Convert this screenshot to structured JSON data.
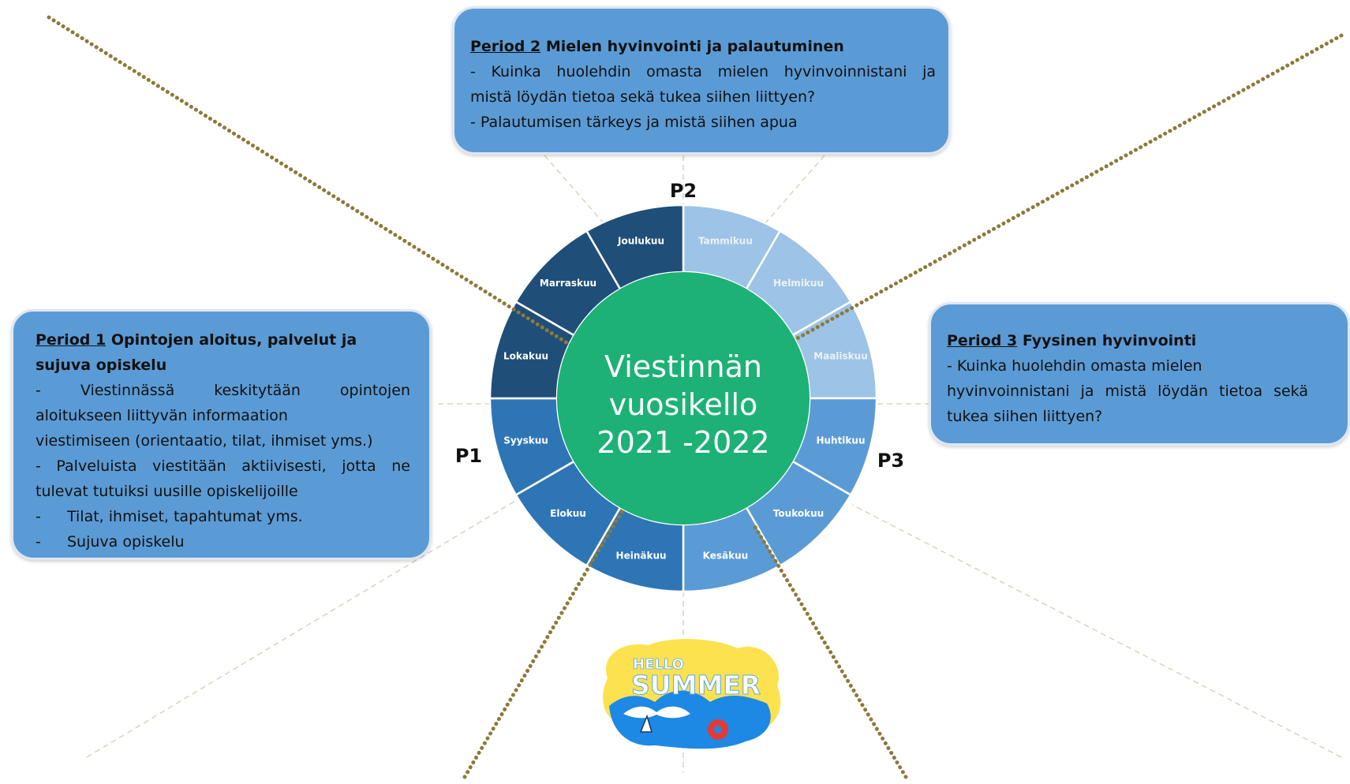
{
  "wheel": {
    "center_title_lines": [
      "Viestinnän",
      "vuosikello",
      "2021 -2022"
    ],
    "months": [
      {
        "label": "Tammikuu",
        "color": "#9dc3e6",
        "text_color": "#eaf2fa"
      },
      {
        "label": "Helmikuu",
        "color": "#9dc3e6",
        "text_color": "#eaf2fa"
      },
      {
        "label": "Maaliskuu",
        "color": "#9dc3e6",
        "text_color": "#eaf2fa"
      },
      {
        "label": "Huhtikuu",
        "color": "#5b9bd5",
        "text_color": "#ffffff"
      },
      {
        "label": "Toukokuu",
        "color": "#5b9bd5",
        "text_color": "#ffffff"
      },
      {
        "label": "Kesäkuu",
        "color": "#5b9bd5",
        "text_color": "#ffffff"
      },
      {
        "label": "Heinäkuu",
        "color": "#2e75b6",
        "text_color": "#ffffff"
      },
      {
        "label": "Elokuu",
        "color": "#2e75b6",
        "text_color": "#ffffff"
      },
      {
        "label": "Syyskuu",
        "color": "#2e75b6",
        "text_color": "#ffffff"
      },
      {
        "label": "Lokakuu",
        "color": "#1f4e79",
        "text_color": "#ffffff"
      },
      {
        "label": "Marraskuu",
        "color": "#1f4e79",
        "text_color": "#ffffff"
      },
      {
        "label": "Joulukuu",
        "color": "#1f4e79",
        "text_color": "#ffffff"
      }
    ],
    "center_color": "#1db176",
    "period_labels": {
      "p1": "P1",
      "p2": "P2",
      "p3": "P3"
    }
  },
  "period2": {
    "period_label": "Period 2",
    "title": "Mielen hyvinvointi ja palautuminen",
    "lines": [
      "- Kuinka huolehdin omasta mielen hyvinvoinnistani ja",
      "mistä löydän tietoa sekä tukea siihen liittyen?",
      "- Palautumisen tärkeys ja mistä siihen apua"
    ]
  },
  "period1": {
    "period_label": "Period 1",
    "title_line1": "Opintojen aloitus, palvelut ja",
    "title_line2": "sujuva opiskelu",
    "lines": [
      "- Viestinnässä keskitytään opintojen",
      "aloitukseen liittyvän informaation",
      "viestimiseen (orientaatio, tilat, ihmiset yms.)",
      "- Palveluista viestitään aktiivisesti, jotta ne",
      "tulevat tutuiksi uusille opiskelijoille"
    ],
    "bullets": [
      "Tilat, ihmiset, tapahtumat yms.",
      "Sujuva opiskelu"
    ],
    "bullet_marker": "-"
  },
  "period3": {
    "period_label": "Period 3",
    "title": "Fyysinen hyvinvointi",
    "lines": [
      "- Kuinka huolehdin omasta mielen",
      "hyvinvoinnistani ja mistä löydän tietoa sekä",
      "tukea siihen liittyen?"
    ]
  },
  "summer_badge": {
    "line1": "HELLO",
    "line2": "SUMMER",
    "colors": {
      "sun": "#fde24f",
      "sea": "#1e88e5",
      "text": "#ffffff"
    }
  },
  "colors": {
    "box_fill": "#5b9bd5",
    "dotted_line": "#8c7a3a",
    "guide_line": "#d9d8c4"
  }
}
